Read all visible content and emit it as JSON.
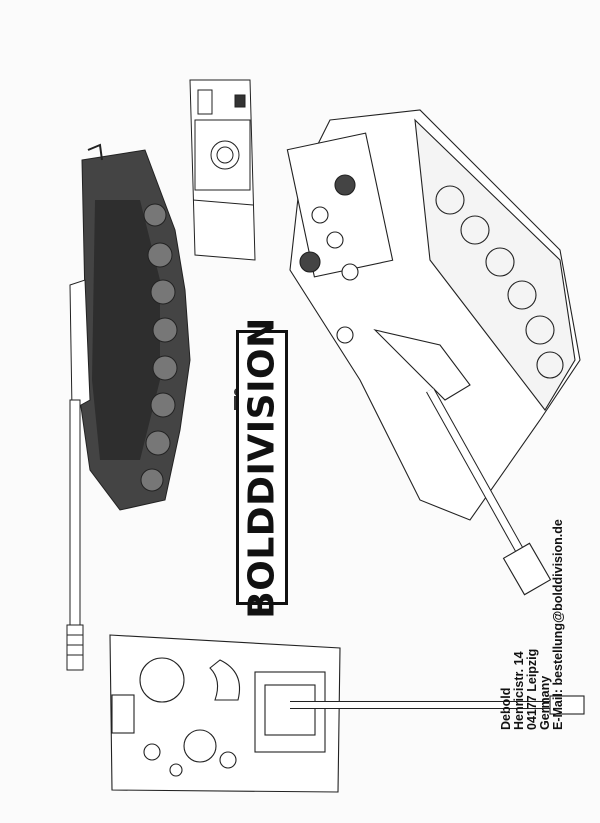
{
  "brand": {
    "logo_text": "BOLDDIVISION"
  },
  "contact": {
    "lines": [
      "Debold",
      "Henricistr. 14",
      "04177 Leipzig",
      "Germany",
      "E-Mail: bestellung@bolddivision.de"
    ]
  },
  "colors": {
    "ink": "#111111",
    "shadow": "#3a3a3a",
    "paper": "#fbfbfb"
  }
}
